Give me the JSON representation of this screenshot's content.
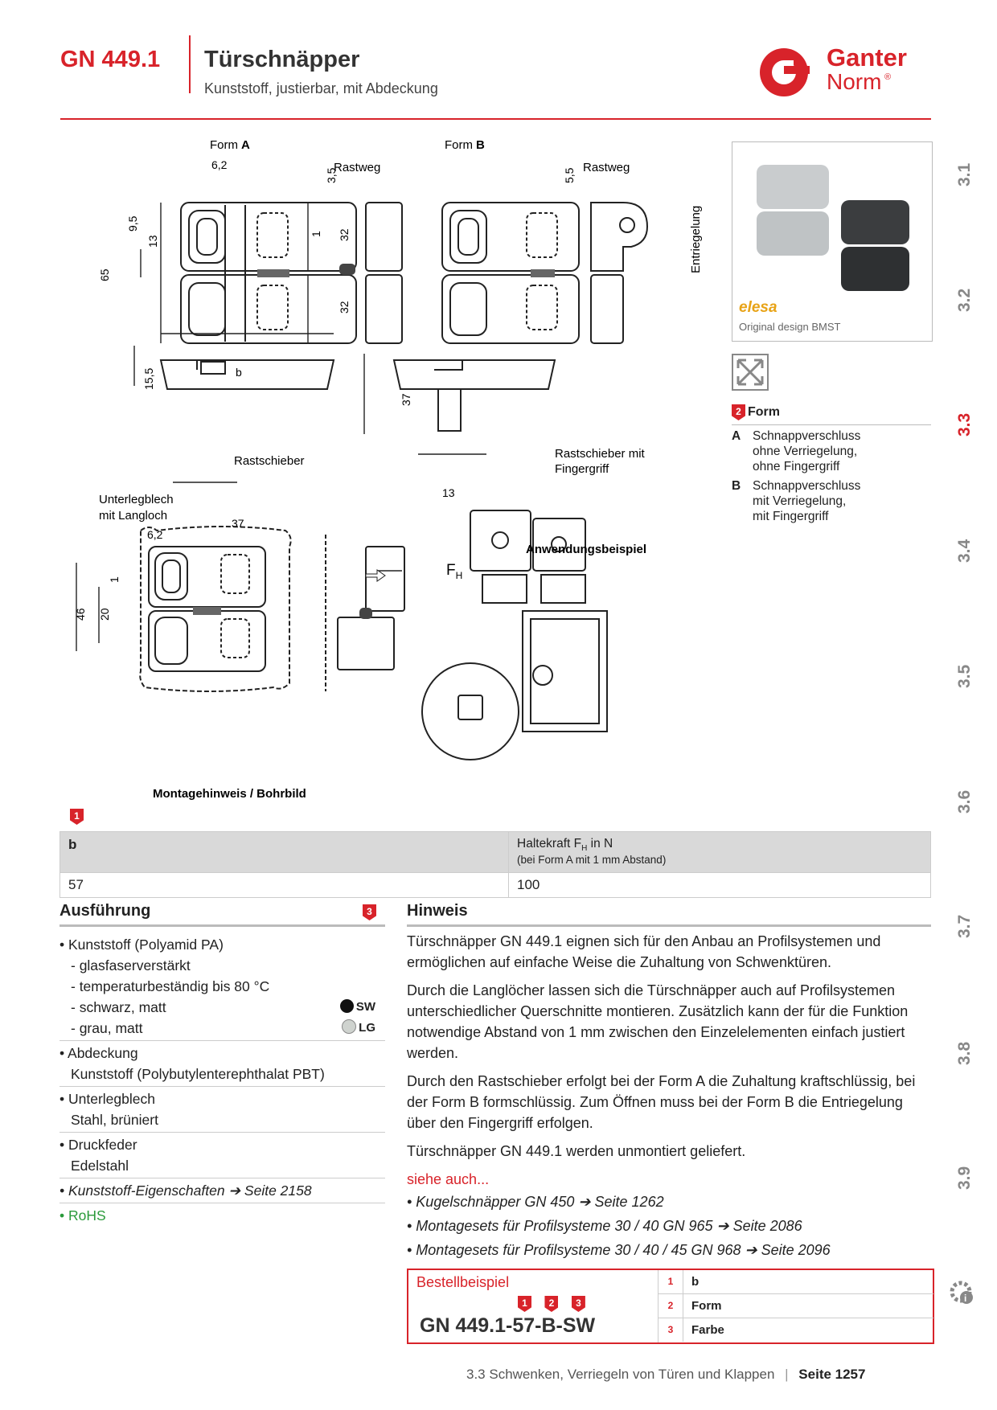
{
  "header": {
    "code": "GN 449.1",
    "title": "Türschnäpper",
    "subtitle": "Kunststoff, justierbar, mit Abdeckung",
    "brand_top": "Ganter",
    "brand_bottom": "Norm",
    "brand_mark": "®"
  },
  "side_tabs": [
    "3.1",
    "3.2",
    "3.3",
    "3.4",
    "3.5",
    "3.6",
    "3.7",
    "3.8",
    "3.9"
  ],
  "side_tab_active": "3.3",
  "drawings": {
    "form_a_label": "Form",
    "form_a_letter": "A",
    "form_b_label": "Form",
    "form_b_letter": "B",
    "rastweg": "Rastweg",
    "entriegelung": "Entriegelung",
    "rastschieber": "Rastschieber",
    "rastschieber_finger_1": "Rastschieber mit",
    "rastschieber_finger_2": "Fingergriff",
    "unterlegblech_1": "Unterlegblech",
    "unterlegblech_2": "mit Langloch",
    "anwendung": "Anwendungsbeispiel",
    "montage": "Montagehinweis / Bohrbild",
    "fh": "F",
    "fh_sub": "H",
    "dims": {
      "d6_2": "6,2",
      "d3_5": "3,5",
      "d5_5": "5,5",
      "d9_5": "9,5",
      "d13": "13",
      "d65": "65",
      "d32": "32",
      "d1": "1",
      "b": "b",
      "d15_5": "15,5",
      "d37": "37",
      "d46": "46",
      "d20": "20"
    }
  },
  "photo_brand": "elesa",
  "photo_caption": "Original design BMST",
  "form_section": {
    "badge": "2",
    "title": "Form",
    "items": [
      {
        "key": "A",
        "lines": [
          "Schnappverschluss",
          "ohne Verriegelung,",
          "ohne Fingergriff"
        ]
      },
      {
        "key": "B",
        "lines": [
          "Schnappverschluss",
          "mit Verriegelung,",
          "mit Fingergriff"
        ]
      }
    ]
  },
  "table": {
    "badge": "1",
    "col1_header": "b",
    "col2_header": "Haltekraft F",
    "col2_header_sub": "H",
    "col2_header_tail": " in N",
    "col2_note": "(bei Form A mit 1 mm Abstand)",
    "rows": [
      {
        "b": "57",
        "force": "100"
      }
    ]
  },
  "ausfuehrung": {
    "title": "Ausführung",
    "badge": "3",
    "material": "• Kunststoff (Polyamid PA)",
    "m1": "- glasfaserverstärkt",
    "m2": "- temperaturbeständig bis 80 °C",
    "m3": "- schwarz, matt",
    "m3_code": "SW",
    "m4": "- grau, matt",
    "m4_code": "LG",
    "cover_1": "• Abdeckung",
    "cover_2": "Kunststoff (Polybutylenterephthalat PBT)",
    "plate_1": "• Unterlegblech",
    "plate_2": "Stahl, brüniert",
    "spring_1": "• Druckfeder",
    "spring_2": "Edelstahl",
    "props": "• Kunststoff-Eigenschaften ➔ Seite 2158",
    "rohs": "• RoHS",
    "colors": {
      "sw": "#111111",
      "lg": "#cfd3cf",
      "rohs": "#2a9a3a"
    }
  },
  "hinweis": {
    "title": "Hinweis",
    "p1": "Türschnäpper GN 449.1 eignen sich für den Anbau an Profilsystemen und ermöglichen auf einfache Weise die Zuhaltung von Schwenktüren.",
    "p2": "Durch die Langlöcher lassen sich die Türschnäpper auch auf Profilsystemen unterschiedlicher Querschnitte montieren. Zusätzlich kann der für die Funktion notwendige Abstand von 1 mm zwischen den Einzelelementen einfach justiert werden.",
    "p3": "Durch den Rastschieber erfolgt bei der Form A die Zuhaltung kraftschlüssig, bei der Form B formschlüssig. Zum Öffnen muss bei der Form B die Entriegelung über den Fingergriff erfolgen.",
    "p4": "Türschnäpper GN 449.1 werden unmontiert geliefert.",
    "see_also": "siehe auch...",
    "links": [
      "• Kugelschnäpper GN 450 ➔ Seite 1262",
      "• Montagesets für Profilsysteme 30 / 40 GN 965 ➔ Seite 2086",
      "• Montagesets für Profilsysteme 30 / 40 / 45 GN 968 ➔ Seite 2096"
    ]
  },
  "order": {
    "title": "Bestellbeispiel",
    "badges": [
      "1",
      "2",
      "3"
    ],
    "code": "GN 449.1-57-B-SW",
    "legend": [
      {
        "n": "1",
        "label": "b"
      },
      {
        "n": "2",
        "label": "Form"
      },
      {
        "n": "3",
        "label": "Farbe"
      }
    ]
  },
  "footer": {
    "section": "3.3 Schwenken, Verriegeln von Türen und Klappen",
    "sep": "|",
    "page": "Seite 1257"
  }
}
